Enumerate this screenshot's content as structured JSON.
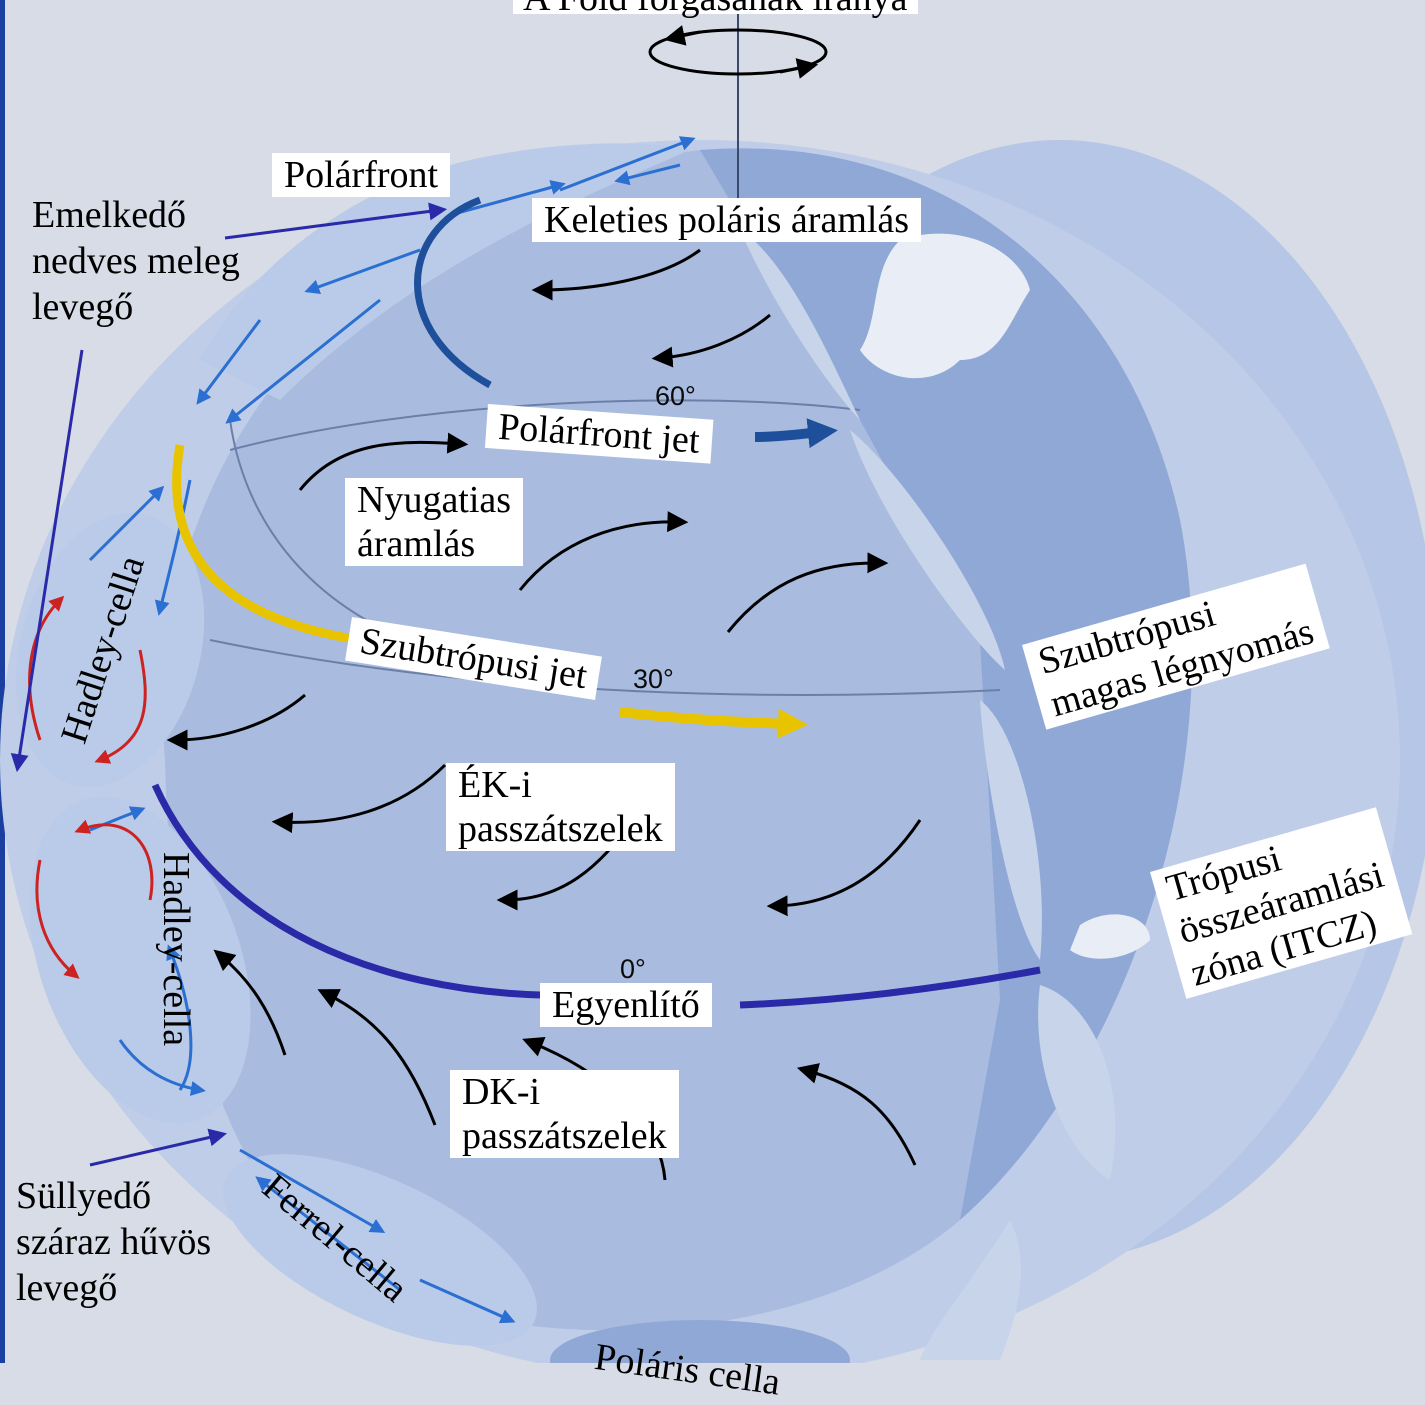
{
  "title": "A Föld forgásának iránya",
  "labels": {
    "polarfront": "Polárfront",
    "keleties": "Keleties poláris áramlás",
    "emelkedo": "Emelkedő\nnedves meleg\nlevegő",
    "polarfront_jet": "Polárfront jet",
    "nyugatias": "Nyugatias\náramlás",
    "szubtropusi_jet": "Szubtrópusi jet",
    "szubtropusi_magas": "Szubtrópusi\nmagas légnyomás",
    "ek_passzat": "ÉK-i\npasszátszelek",
    "itcz": "Trópusi\nösszeáramlási\nzóna (ITCZ)",
    "egyenlito": "Egyenlítő",
    "dk_passzat": "DK-i\npasszátszelek",
    "sullyedo": "Süllyedő\nszáraz hűvös\nlevegő"
  },
  "latitudes": {
    "lat60": "60°",
    "lat30": "30°",
    "lat0": "0°"
  },
  "cells": {
    "hadley_north": "Hadley-cella",
    "hadley_south": "Hadley-cella",
    "ferrel": "Ferrel-cella",
    "polar": "Poláris cella"
  },
  "colors": {
    "background": "#d8dce6",
    "globe": "#a9bcdf",
    "polar_front_line": "#1d4f9a",
    "subtropical_jet": "#e8c400",
    "equator": "#2a2aa8",
    "hadley_arrows": "#cc2222",
    "ferrel_arrows": "#2a6fd1",
    "wind_arrows": "#000000"
  }
}
